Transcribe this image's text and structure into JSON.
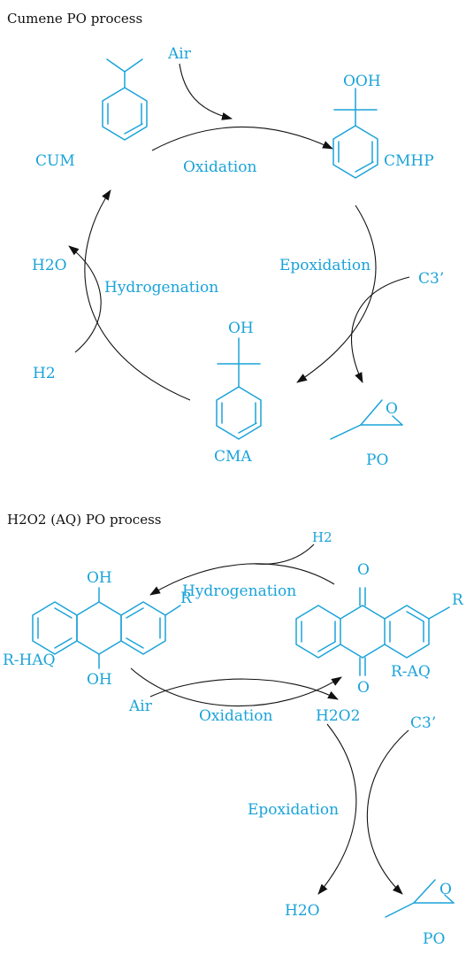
{
  "colors": {
    "molecule": "#1aa3d9",
    "arrow": "#111111",
    "title": "#111111"
  },
  "cumene": {
    "title": "Cumene PO process",
    "air": "Air",
    "ooh": "OOH",
    "cum": "CUM",
    "oxidation": "Oxidation",
    "cmhp": "CMHP",
    "h2o": "H2O",
    "epoxidation": "Epoxidation",
    "c3": "C3’",
    "hydrogenation": "Hydrogenation",
    "oh": "OH",
    "h2": "H2",
    "cma": "CMA",
    "o": "O",
    "po": "PO"
  },
  "aq": {
    "title": "H2O2 (AQ) PO process",
    "h2": "H2",
    "o_top": "O",
    "oh_top": "OH",
    "hydrogenation": "Hydrogenation",
    "r_left": "R",
    "r_right": "R",
    "rhaq": "R-HAQ",
    "raq": "R-AQ",
    "oh_bottom": "OH",
    "o_bottom": "O",
    "air": "Air",
    "oxidation": "Oxidation",
    "h2o2": "H2O2",
    "c3": "C3’",
    "epoxidation": "Epoxidation",
    "h2o": "H2O",
    "o_epox": "O",
    "po": "PO"
  }
}
